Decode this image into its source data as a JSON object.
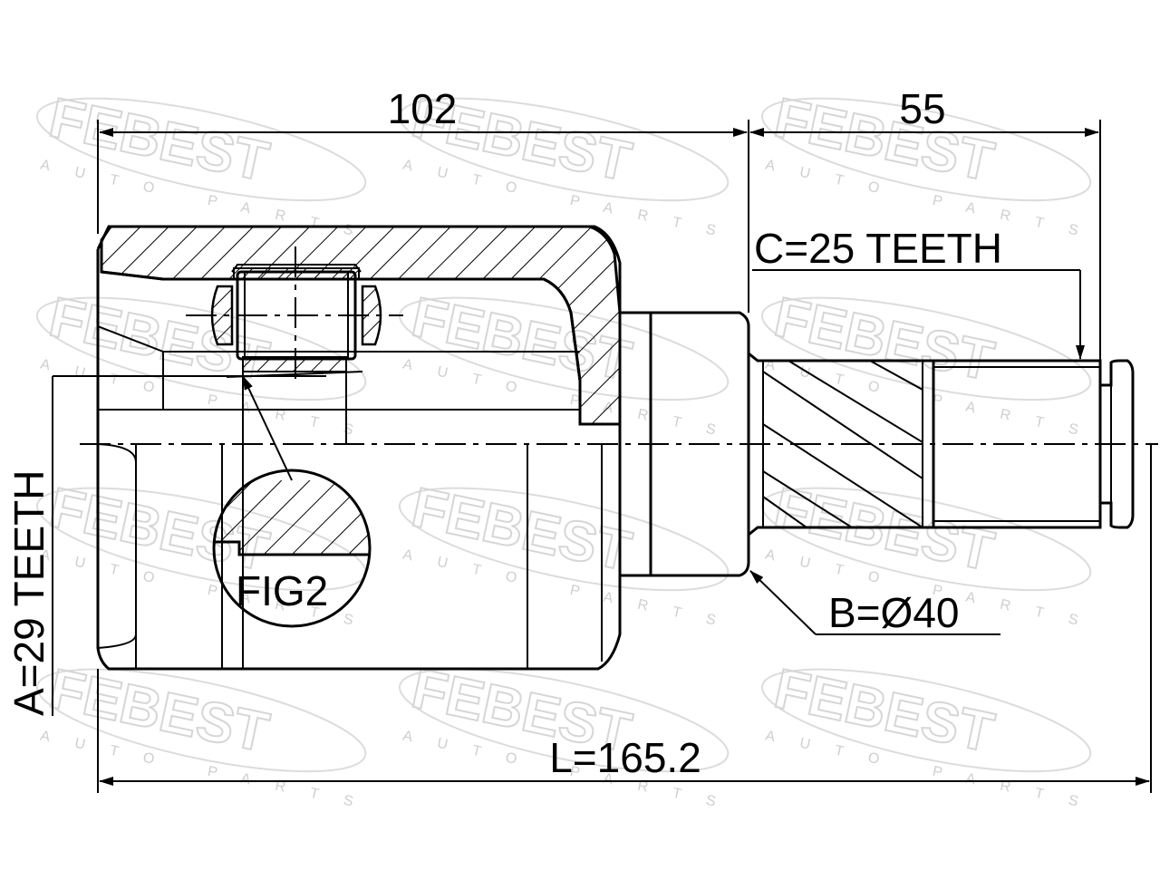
{
  "watermark": {
    "brand": "FEBEST",
    "subtitle": "AUTO PARTS"
  },
  "dimensions": {
    "length_102": "102",
    "length_55": "55",
    "total_length": "L=165.2",
    "spline_c": "C=25 TEETH",
    "diameter_b": "B=Ø40",
    "spline_a": "A=29 TEETH"
  },
  "detail": {
    "label": "FIG2"
  }
}
